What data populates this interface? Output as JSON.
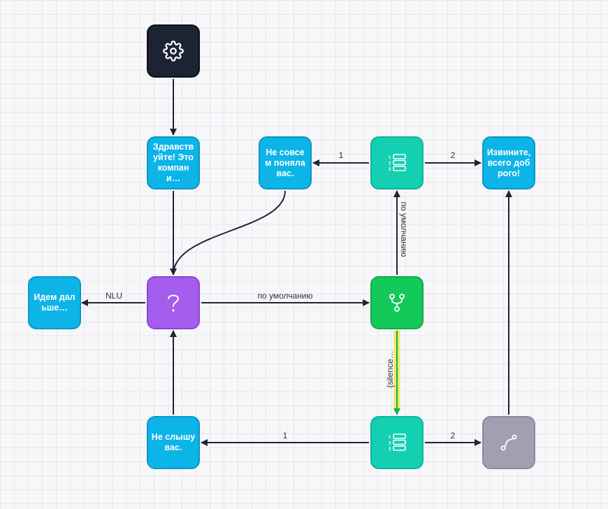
{
  "nodes": {
    "start": {
      "icon": "gear-icon"
    },
    "greeting": {
      "text": "Здравствуйте! Это компани…"
    },
    "not_understood": {
      "text": "Не совсем поняла вас."
    },
    "menu_top": {
      "icon": "numbered-list-icon"
    },
    "goodbye": {
      "text": "Извините, всего доброго!"
    },
    "go_on": {
      "text": "Идем дальше…"
    },
    "question": {
      "icon": "question-mark-icon"
    },
    "fork": {
      "icon": "branch-icon"
    },
    "not_hearing": {
      "text": "Не слышу вас."
    },
    "menu_bottom": {
      "icon": "numbered-list-icon"
    },
    "transfer": {
      "icon": "route-icon"
    }
  },
  "edges": {
    "nlu": "NLU",
    "default_main": "по умолчанию",
    "default_up": "по умолчанию",
    "silence": "{silence…",
    "top_1": "1",
    "top_2": "2",
    "bottom_1": "1",
    "bottom_2": "2"
  },
  "colors": {
    "start": "#1c2333",
    "message": "#0db4e8",
    "question": "#a45ded",
    "fork": "#12c95a",
    "menu": "#14d0b3",
    "transfer": "#a39fb0",
    "edge": "#1f2533",
    "highlight": "#f0e86a"
  }
}
